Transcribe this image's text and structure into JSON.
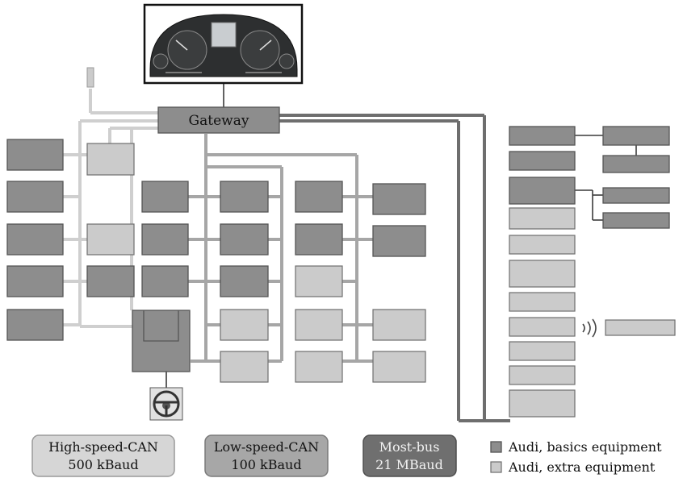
{
  "gateway_label": "Gateway",
  "bus_labels": {
    "high_speed": {
      "name": "High-speed-CAN",
      "rate": "500 kBaud"
    },
    "low_speed": {
      "name": "Low-speed-CAN",
      "rate": "100 kBaud"
    },
    "most": {
      "name": "Most-bus",
      "rate": "21 MBaud"
    }
  },
  "legend": {
    "basic": "Audi, basics equipment",
    "extra": "Audi, extra equipment"
  },
  "colors": {
    "high_speed_line": "#c8c8c8",
    "low_speed_line": "#a2a2a2",
    "most_line": "#6b6b6b",
    "basic_fill": "#8d8d8d",
    "extra_fill": "#cbcbcb"
  }
}
